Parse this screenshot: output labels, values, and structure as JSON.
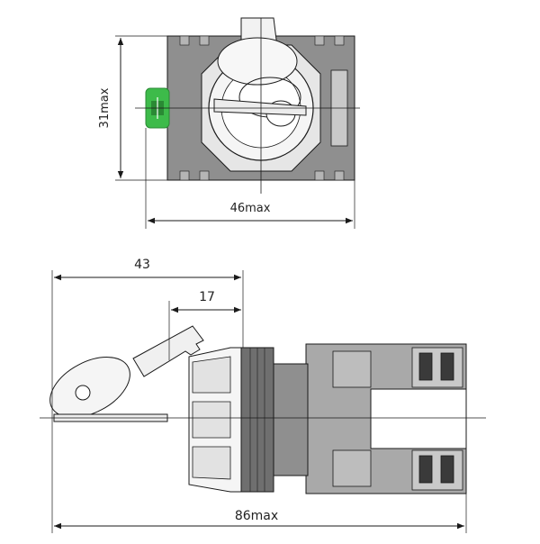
{
  "dimensions": {
    "height_front": "31max",
    "width_front": "46max",
    "key_extension": "43",
    "head_depth": "17",
    "total_length": "86max"
  },
  "colors": {
    "line": "#1a1a1a",
    "body_dark": "#8f8f8f",
    "body_mid": "#a9a9a9",
    "body_light": "#c9c9c9",
    "face_white": "#f5f5f5",
    "terminal_green": "#3dbb4a",
    "terminal_green_dark": "#2a8a34"
  },
  "icons": [
    "key-icon",
    "selector-knob-icon",
    "terminal-screw-icon"
  ]
}
